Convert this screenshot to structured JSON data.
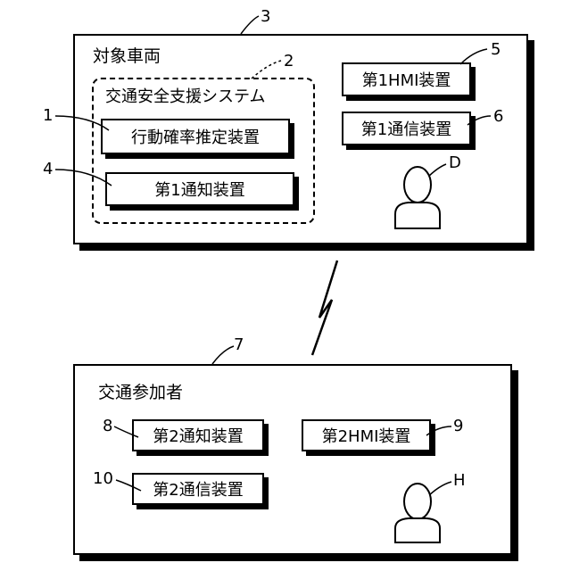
{
  "vehicle": {
    "ref": "3",
    "title": "対象車両",
    "system": {
      "ref": "2",
      "title": "交通安全支援システム"
    },
    "prob_device": {
      "ref": "1",
      "label": "行動確率推定装置"
    },
    "notify_device": {
      "ref": "4",
      "label": "第1通知装置"
    },
    "hmi_device": {
      "ref": "5",
      "label": "第1HMI装置"
    },
    "comm_device": {
      "ref": "6",
      "label": "第1通信装置"
    },
    "driver": {
      "label": "D"
    }
  },
  "participant": {
    "ref": "7",
    "title": "交通参加者",
    "notify_device": {
      "ref": "8",
      "label": "第2通知装置"
    },
    "hmi_device": {
      "ref": "9",
      "label": "第2HMI装置"
    },
    "comm_device": {
      "ref": "10",
      "label": "第2通信装置"
    },
    "person": {
      "label": "H"
    }
  },
  "colors": {
    "line": "#000000",
    "fill": "#ffffff"
  }
}
